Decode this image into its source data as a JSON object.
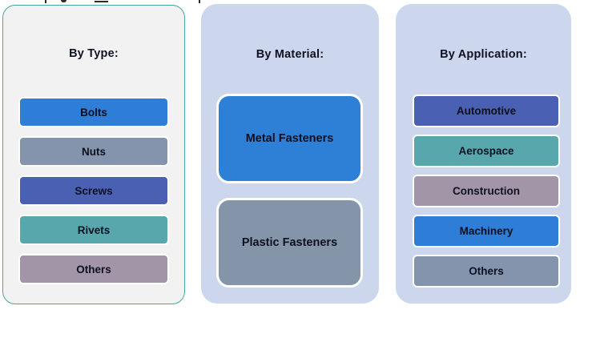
{
  "panels": [
    {
      "title": "By Type:",
      "background": "#F2F2F2",
      "border_color": "#45A8A0",
      "items": [
        {
          "label": "Bolts",
          "color": "#2E7DD6"
        },
        {
          "label": "Nuts",
          "color": "#8494AC"
        },
        {
          "label": "Screws",
          "color": "#4A60B2"
        },
        {
          "label": "Rivets",
          "color": "#57A7AD"
        },
        {
          "label": "Others",
          "color": "#A295A8"
        }
      ]
    },
    {
      "title": "By Material:",
      "background": "#CCD6EC",
      "items": [
        {
          "label": "Metal Fasteners",
          "color": "#2E80D6"
        },
        {
          "label": "Plastic Fasteners",
          "color": "#8495AA"
        }
      ]
    },
    {
      "title": "By Application:",
      "background": "#CCD6EC",
      "items": [
        {
          "label": "Automotive",
          "color": "#4A60B2"
        },
        {
          "label": "Aerospace",
          "color": "#57A7AD"
        },
        {
          "label": "Construction",
          "color": "#A295A8"
        },
        {
          "label": "Machinery",
          "color": "#2E7DD6"
        },
        {
          "label": "Others",
          "color": "#8494AC"
        }
      ]
    }
  ]
}
